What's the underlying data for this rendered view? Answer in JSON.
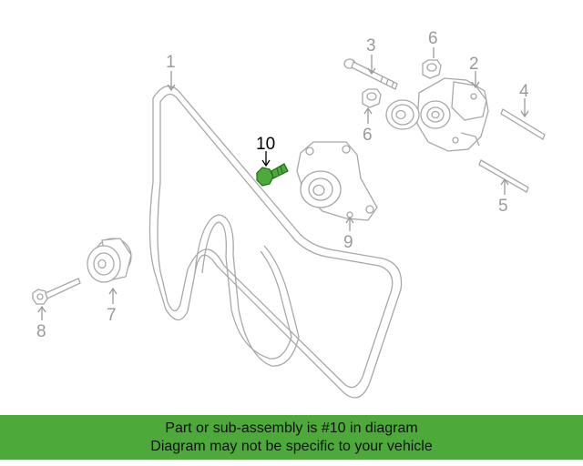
{
  "colors": {
    "banner_bg": "#4ca93a",
    "highlight": "#4ca93a",
    "line": "#a8a8a8",
    "label": "#9a9a9a"
  },
  "callouts": {
    "belt": "1",
    "tensioner": "2",
    "bolt_long": "3",
    "stud_right": "4",
    "stud_lower": "5",
    "nut_top": "6",
    "nut_mid": "6",
    "idler_pulley": "7",
    "idler_bolt": "8",
    "pulley_bracket": "9",
    "highlighted_bolt": "10"
  },
  "banner": {
    "line1": "Part or sub-assembly is #10 in diagram",
    "line2": "Diagram may not be specific to your vehicle"
  }
}
